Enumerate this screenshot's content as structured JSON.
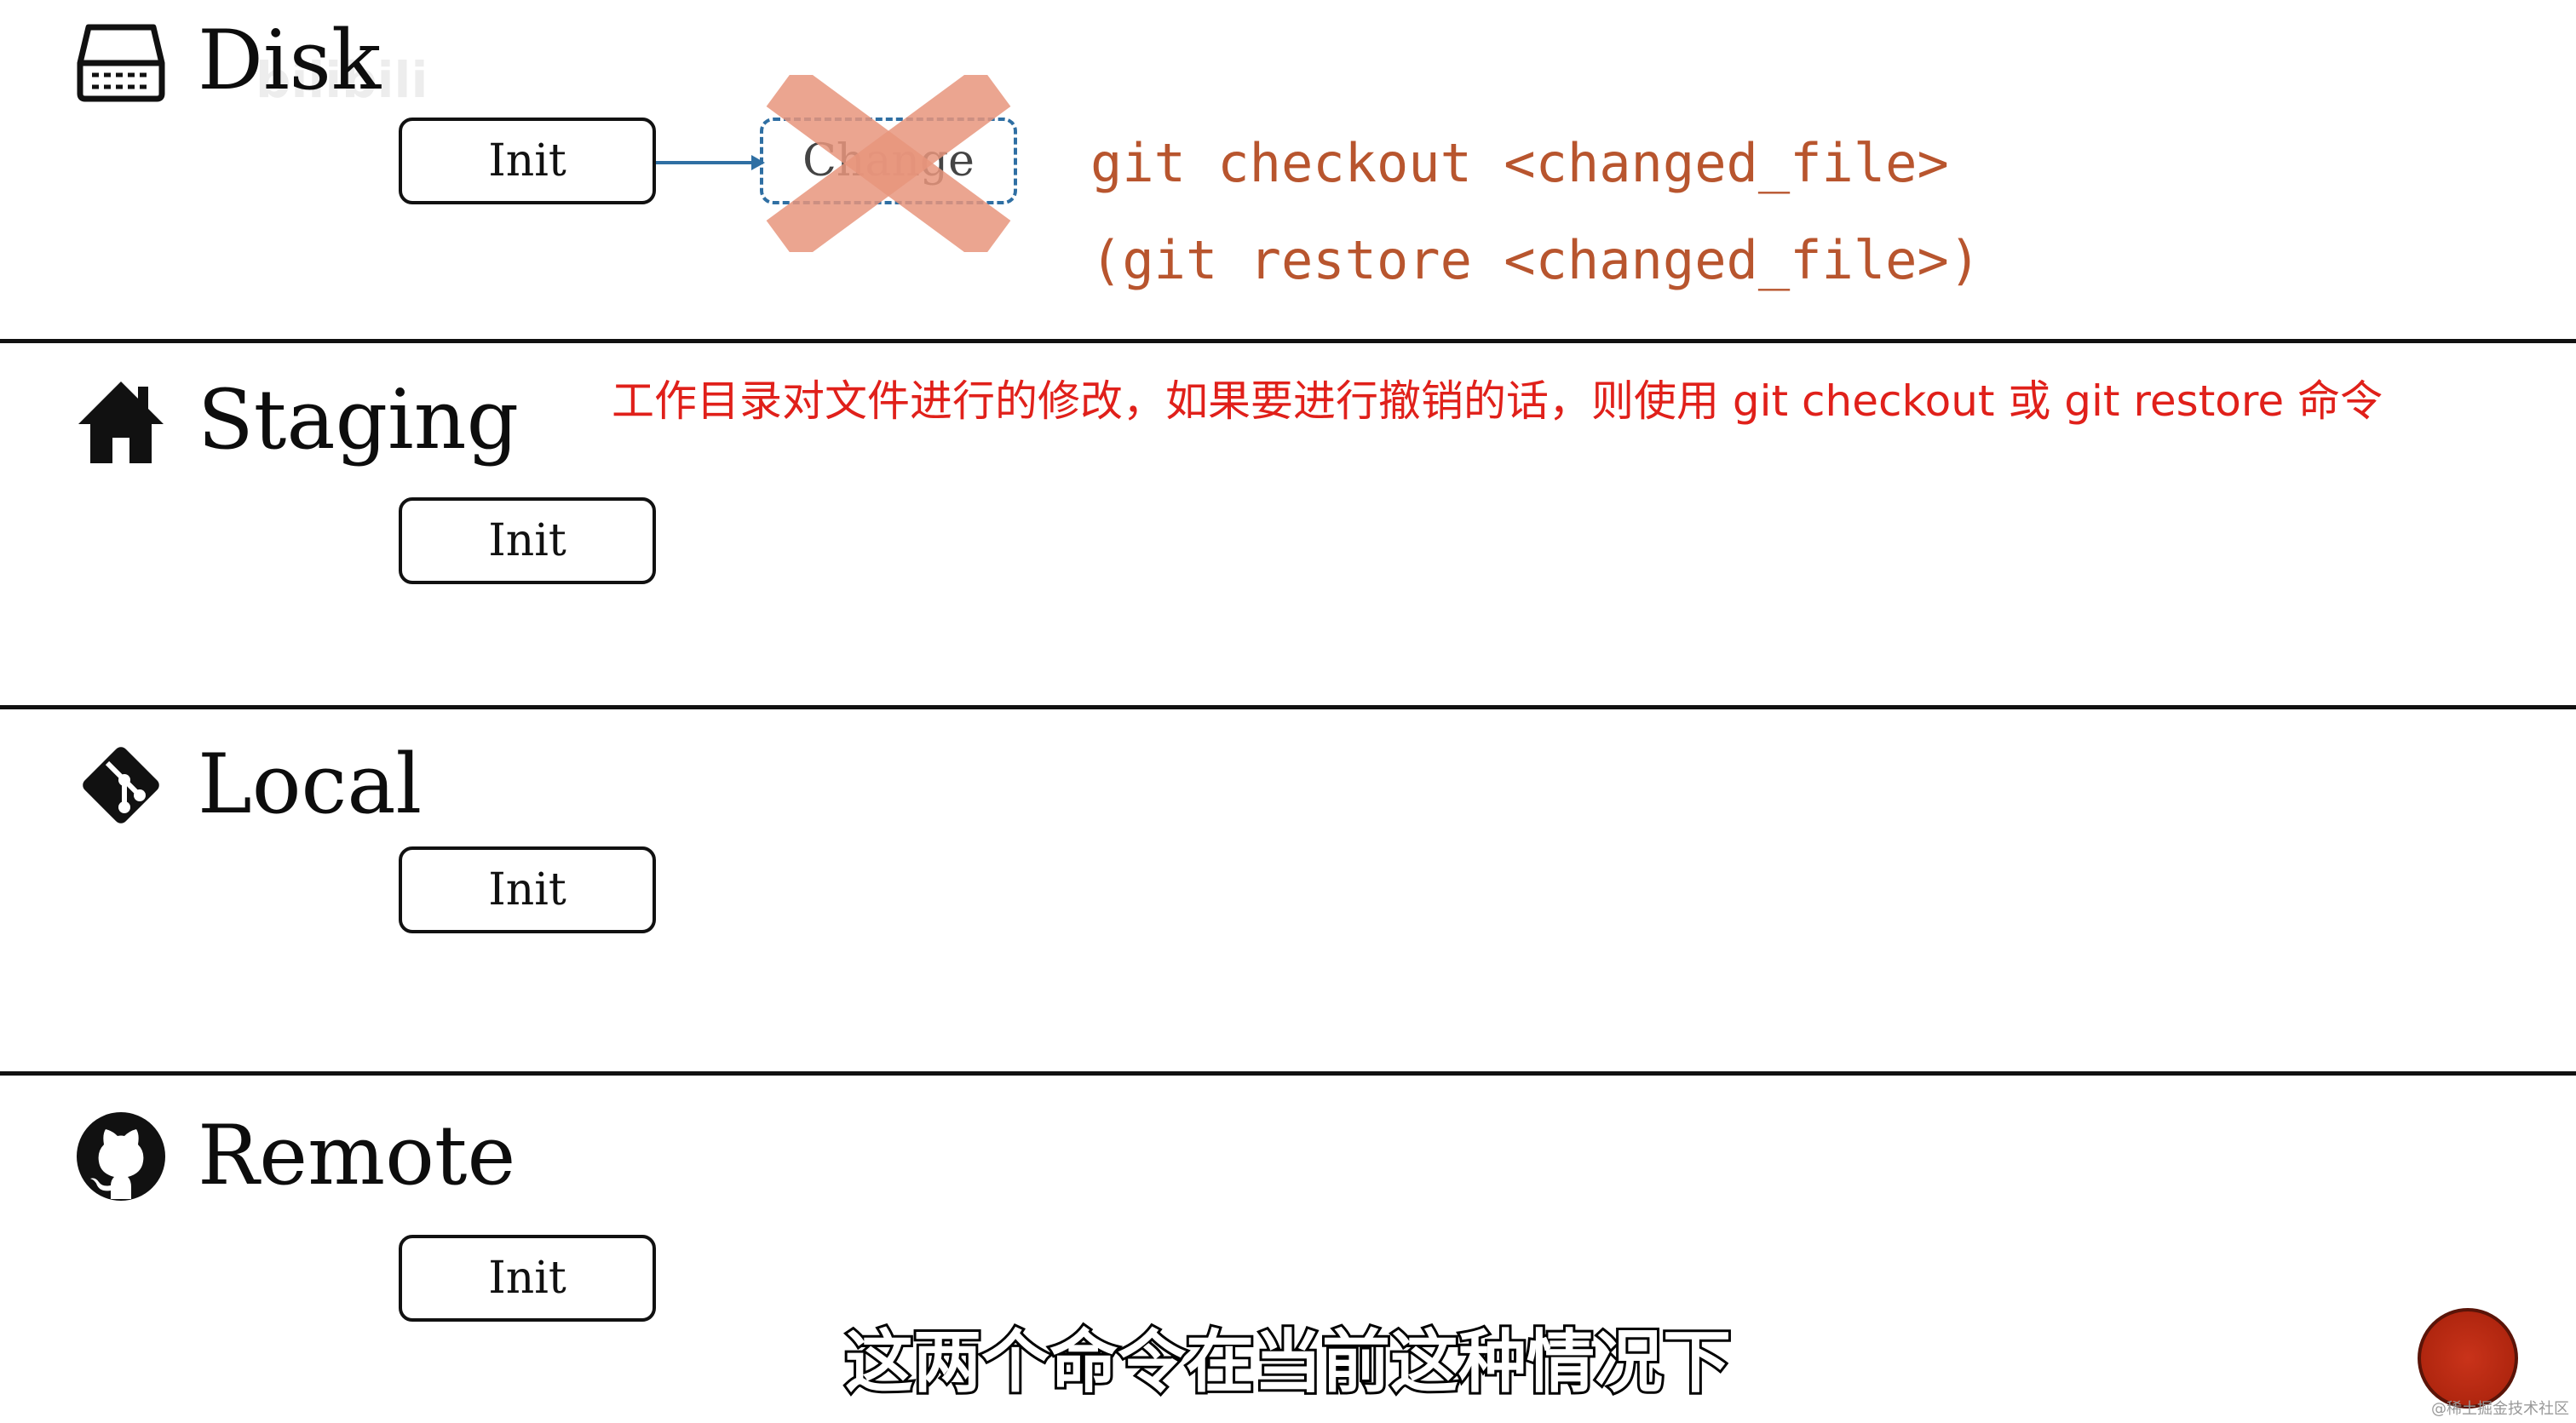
{
  "sections": [
    {
      "id": "disk",
      "title": "Disk",
      "icon": "hard-drive-icon",
      "box_label": "Init"
    },
    {
      "id": "staging",
      "title": "Staging",
      "icon": "home-icon",
      "box_label": "Init"
    },
    {
      "id": "local",
      "title": "Local",
      "icon": "git-icon",
      "box_label": "Init"
    },
    {
      "id": "remote",
      "title": "Remote",
      "icon": "github-icon",
      "box_label": "Init"
    }
  ],
  "change_box": {
    "label": "Change"
  },
  "commands": {
    "line1": "git checkout <changed_file>",
    "line2": "(git restore <changed_file>)"
  },
  "note": "工作目录对文件进行的修改，如果要进行撤销的话，则使用 git checkout 或 git restore 命令",
  "subtitle": "这两个命令在当前这种情况下",
  "watermark": "bilibili",
  "credit": "@稀土掘金技术社区",
  "colors": {
    "command": "#b8552e",
    "note": "#e0201a",
    "cross": "#e8957c",
    "arrow": "#2f6fa3"
  }
}
